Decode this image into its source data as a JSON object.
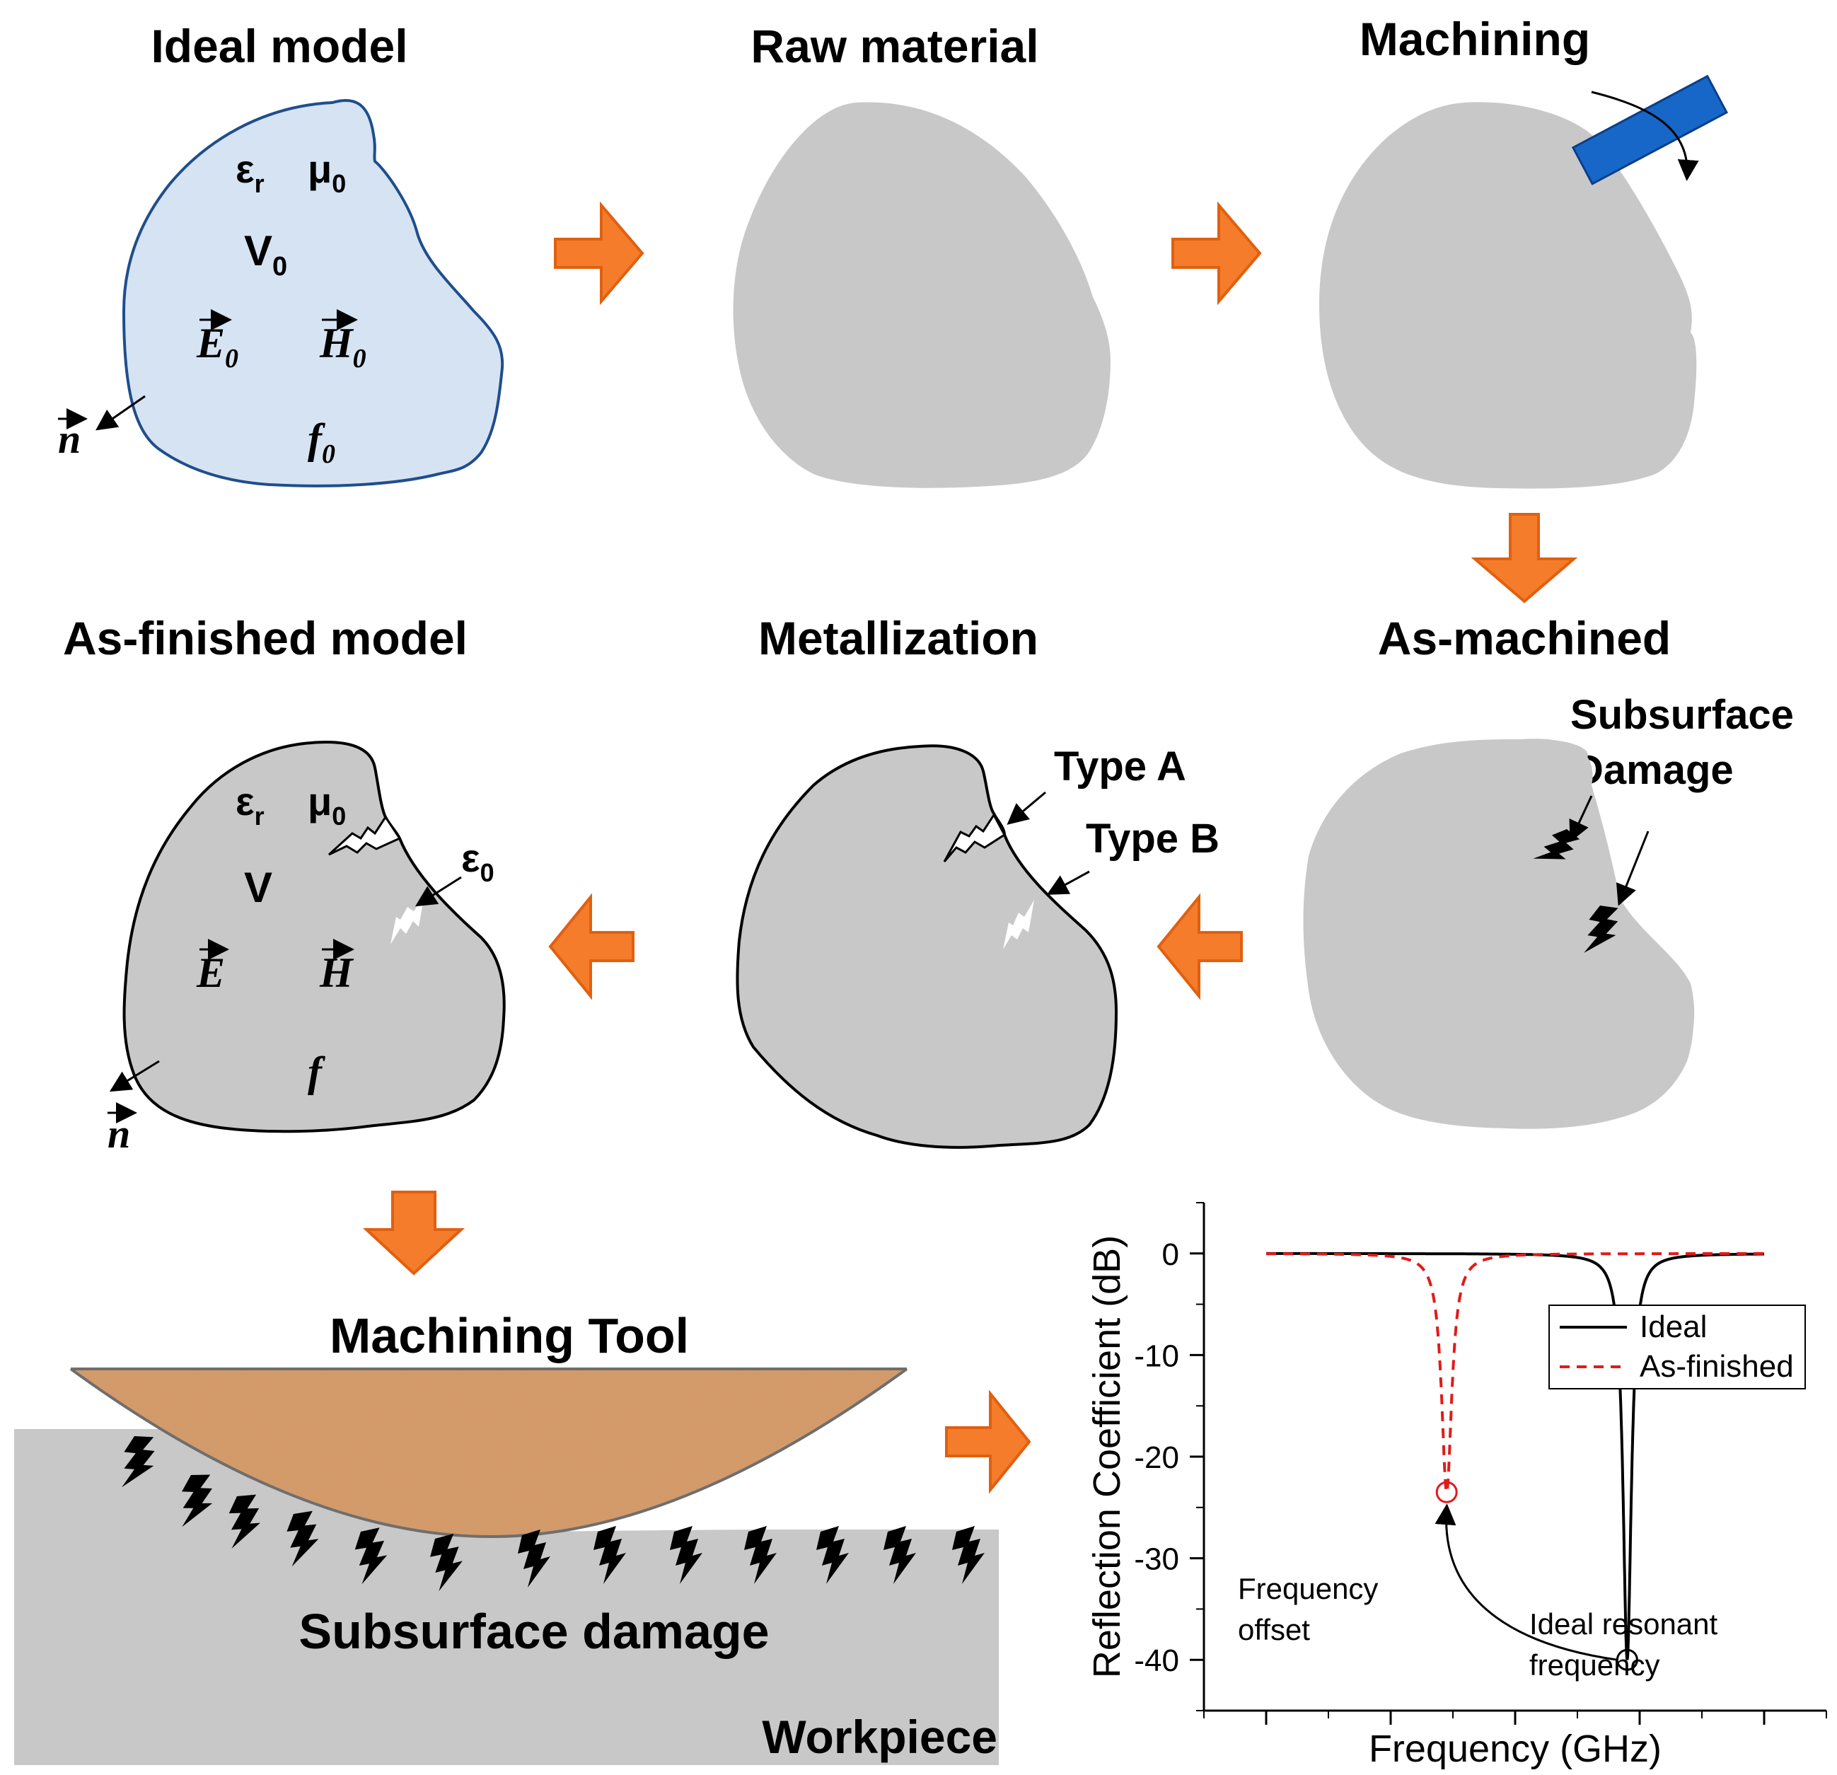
{
  "colors": {
    "arrow_fill": "#f47c2a",
    "arrow_stroke": "#e06010",
    "gray": "#c8c8c8",
    "ideal_fill": "#d6e3f3",
    "ideal_stroke": "#1f4e8c",
    "tool_blue": "#1767c8",
    "tool_brown": "#d89a66",
    "series_ideal": "#000000",
    "series_asfinished": "#e01b1b"
  },
  "panels": {
    "ideal": {
      "title": "Ideal model",
      "eps": "ε",
      "eps_sub": "r",
      "mu": "μ",
      "mu_sub": "0",
      "V": "V",
      "V_sub": "0",
      "E": "E",
      "E_sub": "0",
      "H": "H",
      "H_sub": "0",
      "f": "f",
      "f_sub": "0",
      "n": "n"
    },
    "raw": {
      "title": "Raw material"
    },
    "machining": {
      "title": "Machining"
    },
    "as_machined": {
      "title": "As-machined",
      "damage_label_1": "Subsurface",
      "damage_label_2": "Damage"
    },
    "metallization": {
      "title": "Metallization",
      "type_a": "Type A",
      "type_b": "Type B"
    },
    "as_finished": {
      "title": "As-finished model",
      "eps": "ε",
      "eps_sub": "r",
      "mu": "μ",
      "mu_sub": "0",
      "eps0": "ε",
      "eps0_sub": "0",
      "V": "V",
      "E": "E",
      "H": "H",
      "f": "f",
      "n": "n"
    },
    "tool": {
      "title": "Machining Tool",
      "damage": "Subsurface damage",
      "workpiece": "Workpiece"
    }
  },
  "chart_data": {
    "type": "line",
    "xlabel": "Frequency (GHz)",
    "ylabel": "Reflection Coefficient (dB)",
    "xlim": [
      0,
      10
    ],
    "ylim": [
      -45,
      5
    ],
    "yticks": [
      0,
      -10,
      -20,
      -30,
      -40
    ],
    "x_tick_labels_shown": false,
    "legend": {
      "placement": "right",
      "entries": [
        "Ideal",
        "As-finished"
      ]
    },
    "series": [
      {
        "name": "Ideal",
        "style": "solid",
        "color": "#000000",
        "resonance_x": 6.8,
        "min_db": -40,
        "width": 0.08,
        "x_range": [
          1,
          9
        ]
      },
      {
        "name": "As-finished",
        "style": "dashed",
        "color": "#e01b1b",
        "resonance_x": 3.9,
        "min_db": -23.5,
        "width": 0.1,
        "x_range": [
          1,
          9
        ]
      }
    ],
    "annotations": [
      {
        "text": "Frequency",
        "text2": "offset"
      },
      {
        "text": "Ideal resonant",
        "text2": "frequency"
      }
    ]
  }
}
